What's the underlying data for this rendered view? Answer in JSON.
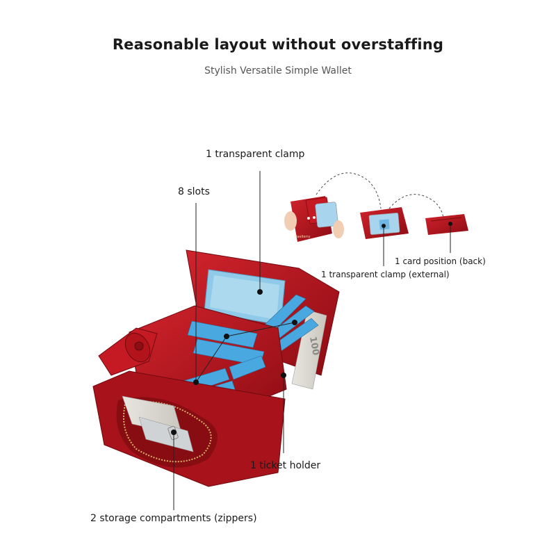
{
  "header": {
    "title": "Reasonable layout without overstaffing",
    "subtitle": "Stylish Versatile Simple Wallet"
  },
  "callouts": {
    "transparent_clamp": "1 transparent clamp",
    "slots": "8 slots",
    "ticket_holder": "1 ticket holder",
    "storage": "2 storage compartments (zippers)",
    "card_position_back": "1 card position (back)",
    "transparent_clamp_external": "1 transparent clamp (external)"
  },
  "wallet": {
    "brand_text": "Baellerry",
    "banknote_text": "100"
  },
  "colors": {
    "leather": "#b5121b",
    "leather_dark": "#7e0a10",
    "card_blue": "#4aa8e0",
    "window_blue": "#8fcbe8"
  }
}
